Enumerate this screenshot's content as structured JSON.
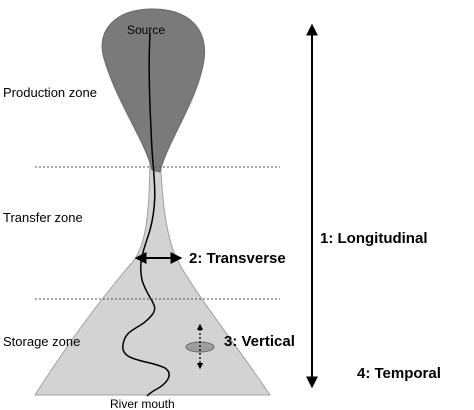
{
  "labels": {
    "source": "Source",
    "river_mouth": "River mouth"
  },
  "zones": {
    "production": "Production zone",
    "transfer": "Transfer zone",
    "storage": "Storage zone"
  },
  "dimensions": {
    "longitudinal": "1: Longitudinal",
    "transverse": "2: Transverse",
    "vertical": "3:  Vertical",
    "temporal": "4: Temporal"
  },
  "colors": {
    "production_fill": "#7a7a7a",
    "channel_fill": "#cfcfcf",
    "storage_fill": "#d3d3d3",
    "ellipse_fill": "#9e9e9e",
    "stroke": "#000000",
    "dotted_line": "#555555"
  }
}
